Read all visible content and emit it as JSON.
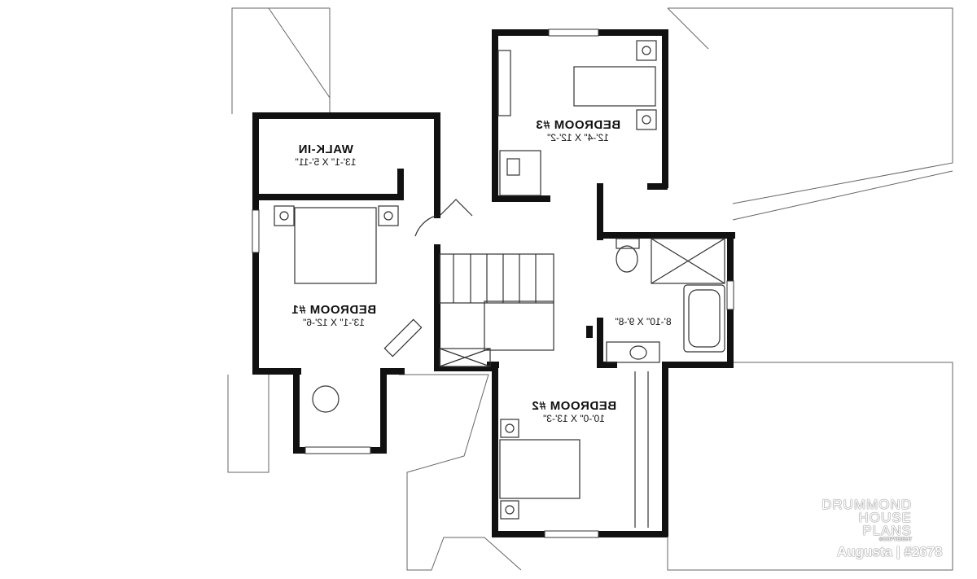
{
  "rooms": {
    "walk_in": {
      "name": "WALK-IN",
      "dims": "13'-1\" X 5'-11\""
    },
    "bedroom1": {
      "name": "BEDROOM #1",
      "dims": "13'-1\" X 12'-6\""
    },
    "bedroom2": {
      "name": "BEDROOM #2",
      "dims": "10'-0\" X 13'-3\""
    },
    "bedroom3": {
      "name": "BEDROOM #3",
      "dims": "12'-4\" X 12'-2\""
    },
    "bathroom": {
      "dims": "8'-10\" X 9'-8\""
    }
  },
  "logo": {
    "line1": "DRUMMOND",
    "line2": "HOUSE PLANS",
    "copyright": "©COPYRIGHT"
  },
  "plan_label": "Augusta | #2678",
  "colors": {
    "wall": "#111111",
    "line": "#555555"
  }
}
